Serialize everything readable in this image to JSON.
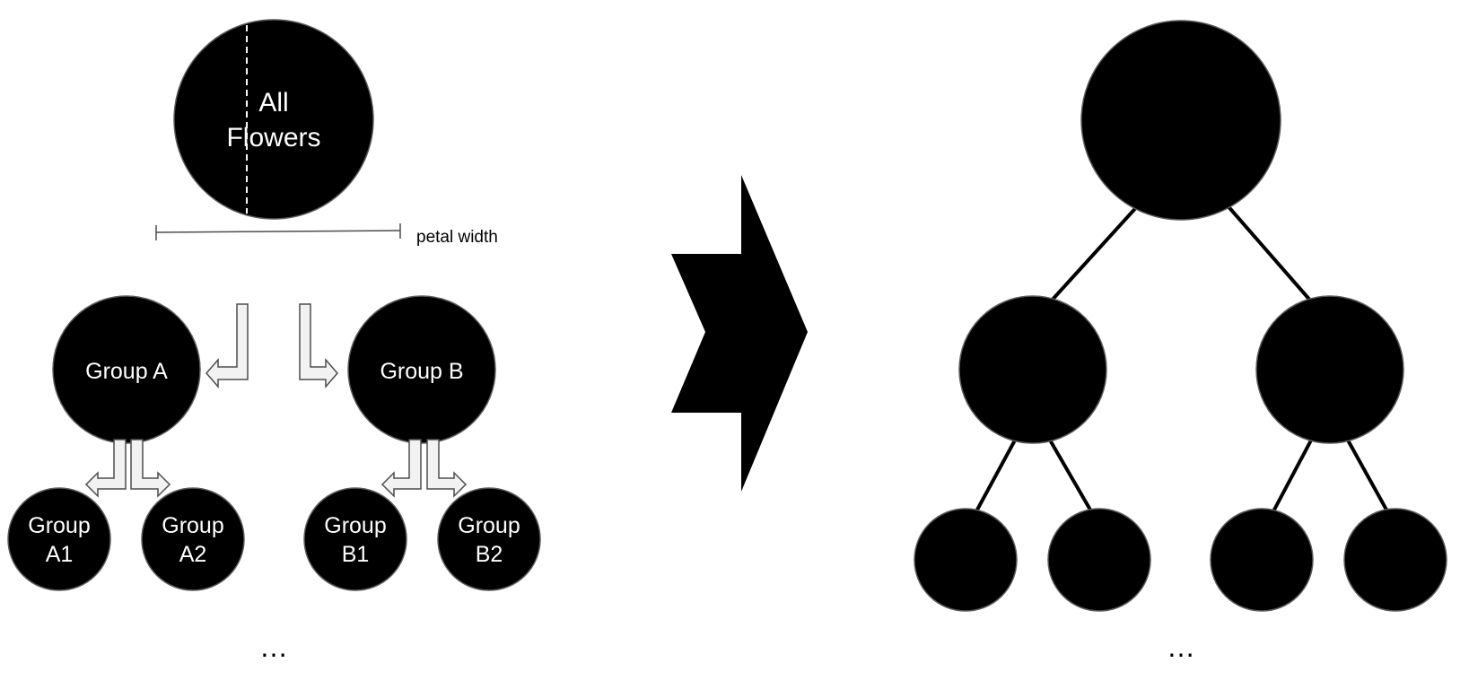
{
  "colors": {
    "node_fill": "#000000",
    "node_stroke": "#5a5a5a",
    "arrow_fill": "#f2f2f2",
    "arrow_stroke": "#4d4d4d",
    "edge": "#000000",
    "measure": "#4d4d4d",
    "split_line": "#ffffff"
  },
  "left": {
    "root": {
      "line1": "All",
      "line2": "Flowers"
    },
    "measure_label": "petal width",
    "group_a": {
      "label": "Group A"
    },
    "group_b": {
      "label": "Group B"
    },
    "group_a1": {
      "line1": "Group",
      "line2": "A1"
    },
    "group_a2": {
      "line1": "Group",
      "line2": "A2"
    },
    "group_b1": {
      "line1": "Group",
      "line2": "B1"
    },
    "group_b2": {
      "line1": "Group",
      "line2": "B2"
    },
    "ellipsis": "…"
  },
  "right": {
    "ellipsis": "…"
  }
}
